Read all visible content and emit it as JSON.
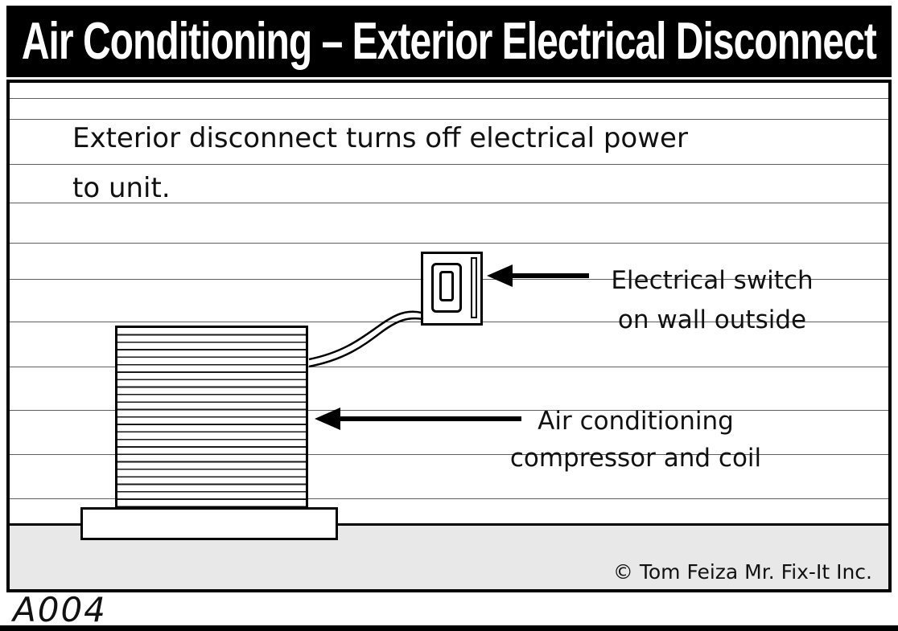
{
  "title": "Air Conditioning – Exterior Electrical Disconnect",
  "description": {
    "line1": "Exterior disconnect turns off electrical power",
    "line2": "to unit."
  },
  "labels": {
    "switch": {
      "line1": "Electrical switch",
      "line2": "on wall outside"
    },
    "compressor": {
      "line1": "Air conditioning",
      "line2": "compressor and coil"
    }
  },
  "footer": {
    "copyright": "© Tom Feiza Mr. Fix-It Inc.",
    "code": "A004"
  },
  "colors": {
    "ink": "#000000",
    "background": "#ffffff",
    "ground": "#e8e8e8"
  }
}
